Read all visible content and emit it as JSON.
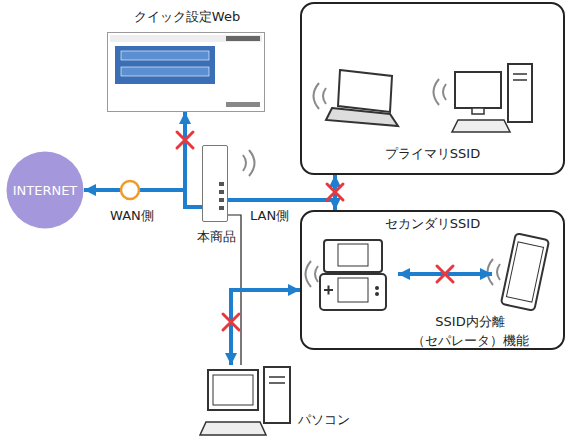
{
  "diagram": {
    "nodes": [
      {
        "text": [
          "INTERNET"
        ]
      },
      {
        "text": [
          "クイック設定Web"
        ]
      },
      {
        "text": [
          "本商品"
        ]
      },
      {
        "text": [
          "プライマリSSID"
        ]
      },
      {
        "text": [
          "セカンダリSSID"
        ]
      },
      {
        "text": [
          "パソコン"
        ]
      }
    ],
    "edges": [
      {
        "from": 2,
        "to": 0,
        "arrow": "to"
      },
      {
        "from": 2,
        "to": 1,
        "arrow": "to"
      },
      {
        "from": 3,
        "to": 4,
        "arrow": "both"
      },
      {
        "from": 2,
        "to": 4,
        "arrow": "none"
      },
      {
        "from": 2,
        "to": 5,
        "arrow": "none"
      },
      {
        "from": 4,
        "to": 5,
        "arrow": "both"
      }
    ],
    "labels": [
      "WAN側",
      "LAN側",
      "SSID内分離 （セパレータ）機能"
    ]
  }
}
